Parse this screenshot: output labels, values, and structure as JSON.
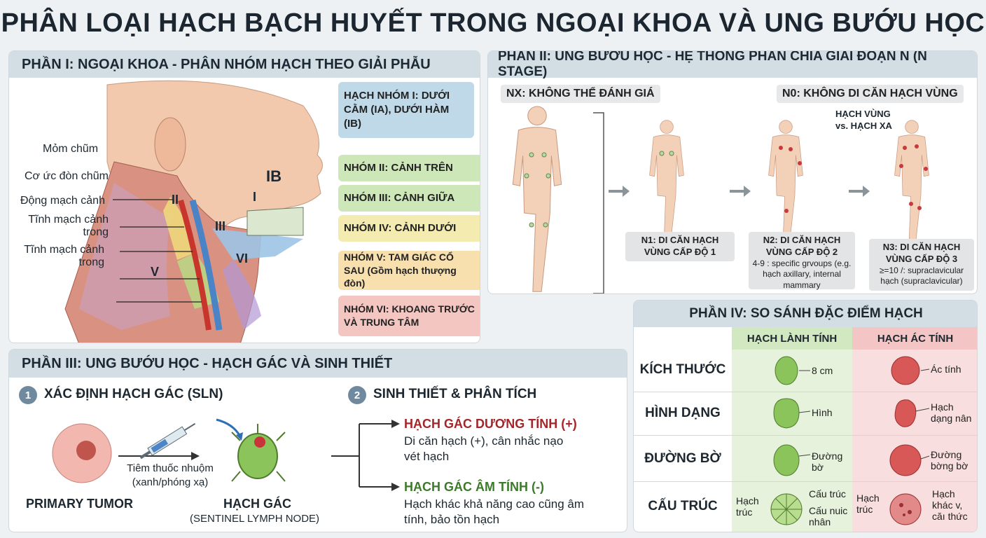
{
  "title": "PHÂN LOẠI HẠCH BẠCH HUYẾT TRONG NGOẠI KHOA VÀ UNG BƯỚU HỌC",
  "part1": {
    "heading": "PHẦN I: NGOẠI KHOA - PHÂN NHÓM HẠCH THEO GIẢI PHẪU",
    "anatomy_labels": [
      "Mỏm chũm",
      "Cơ ức đòn chũm",
      "Động mạch cảnh",
      "Tĩnh mạch cảnh trong",
      "Tĩnh mạch cảnh trong"
    ],
    "zone_labels": {
      "ib": "IB",
      "i": "I",
      "ii": "II",
      "iii": "III",
      "v": "V",
      "vi": "VI"
    },
    "groups": [
      {
        "label": "HẠCH NHÓM I: DƯỚI CẰM (IA), DƯỚI HÀM (IB)",
        "color": "#bfd9e8"
      },
      {
        "label": "NHÓM II: CẢNH TRÊN",
        "color": "#cde7b8"
      },
      {
        "label": "NHÓM III: CẢNH GIỮA",
        "color": "#cde7b8"
      },
      {
        "label": "NHÓM IV: CẢNH DƯỚI",
        "color": "#f3ebb0"
      },
      {
        "label": "NHÓM V: TAM GIÁC CỔ SAU (Gồm hạch thượng đòn)",
        "color": "#f7dfae"
      },
      {
        "label": "NHÓM VI: KHOANG TRƯỚC VÀ TRUNG TÂM",
        "color": "#f4c6c2"
      }
    ]
  },
  "part2": {
    "heading": "PHẦN II: UNG BƯỚU HỌC - HỆ THỐNG PHÂN CHIA GIAI ĐOẠN N (N STAGE)",
    "nx": "NX: KHÔNG THỂ ĐÁNH GIÁ",
    "n0": "N0: KHÔNG DI CĂN HẠCH VÙNG",
    "regional_vs_distant": "HẠCH VÙNG vs. HẠCH XA",
    "n1": {
      "title": "N1: DI CĂN HẠCH VÙNG CẤP ĐỘ 1"
    },
    "n2": {
      "title": "N2: DI CĂN HẠCH VÙNG CẤP ĐỘ 2",
      "detail": "4-9 : specific grvoups (e.g. hạch axillary, internal mammary"
    },
    "n3": {
      "title": "N3: DI CĂN HẠCH VÙNG CẤP ĐỘ 3",
      "detail": "≥=10 /: supraclavicular hạch (supraclavicular)"
    }
  },
  "part3": {
    "heading": "PHẦN III: UNG BƯỚU HỌC - HẠCH GÁC VÀ SINH THIẾT",
    "step1": {
      "num": "1",
      "title": "XÁC ĐỊNH HẠCH GÁC (SLN)"
    },
    "step2": {
      "num": "2",
      "title": "SINH THIẾT & PHÂN TÍCH"
    },
    "primary_tumor": "PRIMARY TUMOR",
    "injection": "Tiêm thuốc nhuộm (xanh/phóng xạ)",
    "sentinel_title": "HẠCH GÁC",
    "sentinel_sub": "(SENTINEL LYMPH NODE)",
    "positive": {
      "title": "HẠCH GÁC DƯƠNG TÍNH (+)",
      "text": "Di căn hạch (+), cân nhắc nạo vét hạch",
      "color": "#a3262a"
    },
    "negative": {
      "title": "HẠCH GÁC ÂM TÍNH (-)",
      "text": "Hạch khác khả năng cao cũng âm tính, bảo tồn hạch",
      "color": "#3e7a2c"
    }
  },
  "part4": {
    "heading": "PHẦN IV: SO SÁNH ĐẶC ĐIỂM HẠCH",
    "col_benign": "HẠCH LÀNH TÍNH",
    "col_malignant": "HẠCH ÁC TÍNH",
    "rows": [
      {
        "label": "KÍCH THƯỚC",
        "benign_note": "8 cm",
        "malignant_note": "Ác tính"
      },
      {
        "label": "HÌNH DẠNG",
        "benign_note": "Hình",
        "malignant_note": "Hạch dạng nân"
      },
      {
        "label": "ĐƯỜNG BỜ",
        "benign_note": "Đường bờ",
        "malignant_note": "Đường bờng bờ"
      },
      {
        "label": "CẤU TRÚC",
        "benign_left": "Hạch trúc",
        "benign_note": "Cấu trúc",
        "benign_note2": "Cấu nuic nhân",
        "malignant_left": "Hạch trúc",
        "malignant_note": "Hạch khác v, căı thức"
      }
    ]
  }
}
